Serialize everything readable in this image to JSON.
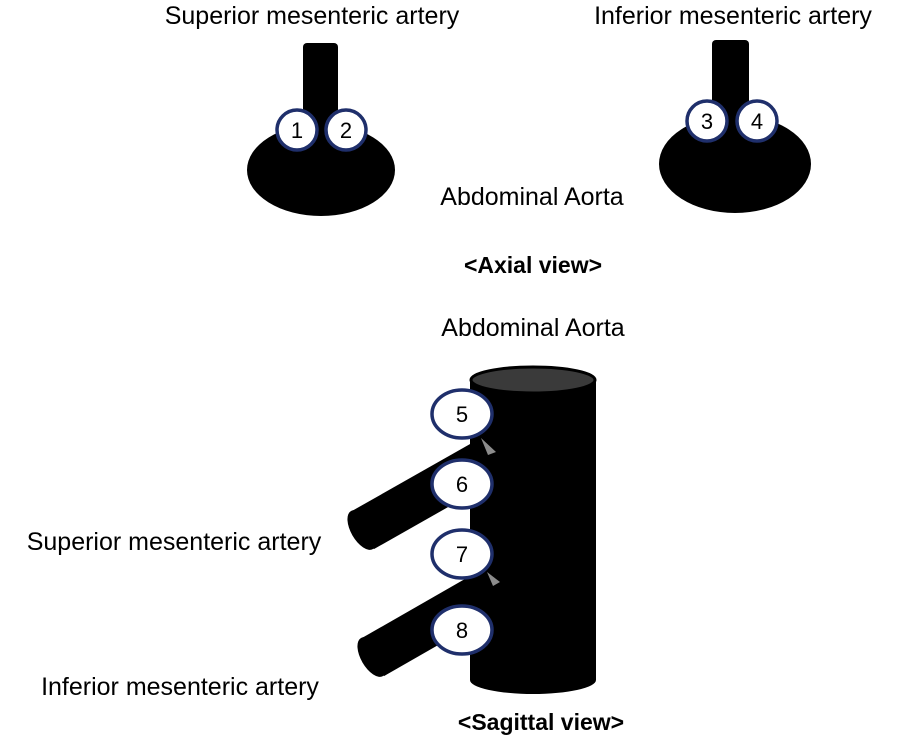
{
  "colors": {
    "vessel": "#000000",
    "marker_fill": "#ffffff",
    "marker_border": "#1f2f6b",
    "aorta_top": "#3a3a3a",
    "branch_gap": "#8c8c8c"
  },
  "axial_view": {
    "sma_label": "Superior mesenteric artery",
    "ima_label": "Inferior mesenteric artery",
    "aorta_label": "Abdominal Aorta",
    "caption": "<Axial view>"
  },
  "sagittal_view": {
    "aorta_label": "Abdominal Aorta",
    "sma_label": "Superior mesenteric artery",
    "ima_label": "Inferior mesenteric artery",
    "caption": "<Sagittal view>"
  },
  "markers": [
    "1",
    "2",
    "3",
    "4",
    "5",
    "6",
    "7",
    "8"
  ]
}
